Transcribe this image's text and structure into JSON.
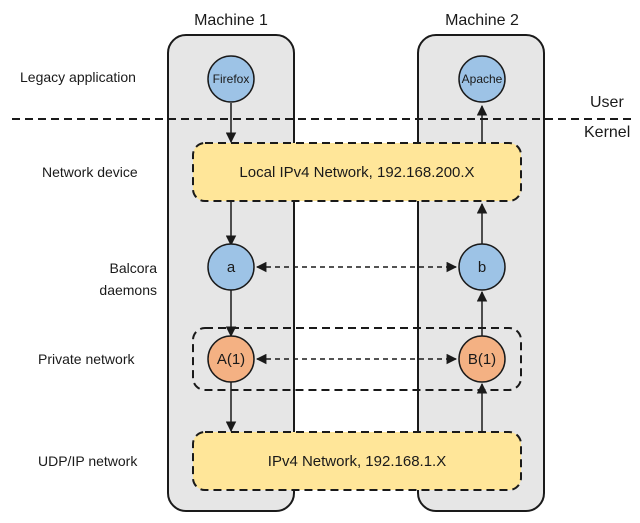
{
  "machines": [
    {
      "id": "m1",
      "title": "Machine 1"
    },
    {
      "id": "m2",
      "title": "Machine 2"
    }
  ],
  "lanes": [
    {
      "id": "legacy",
      "label": "Legacy application"
    },
    {
      "id": "netdev",
      "label": "Network device"
    },
    {
      "id": "balcora",
      "label_lines": [
        "Balcora",
        "daemons"
      ]
    },
    {
      "id": "private",
      "label": "Private network"
    },
    {
      "id": "udpip",
      "label": "UDP/IP network"
    }
  ],
  "boundary": {
    "user_label": "User",
    "kernel_label": "Kernel"
  },
  "boxes": {
    "local_network": "Local IPv4 Network, 192.168.200.X",
    "ipv4_network": "IPv4 Network, 192.168.1.X"
  },
  "nodes": {
    "firefox": "Firefox",
    "apache": "Apache",
    "a": "a",
    "b": "b",
    "A1": "A(1)",
    "B1": "B(1)"
  },
  "colors": {
    "machine_fill": "#e6e6e6",
    "box_fill": "#ffe699",
    "node_blue": "#9dc3e6",
    "node_orange": "#f4b183",
    "stroke": "#1a1a1a"
  }
}
